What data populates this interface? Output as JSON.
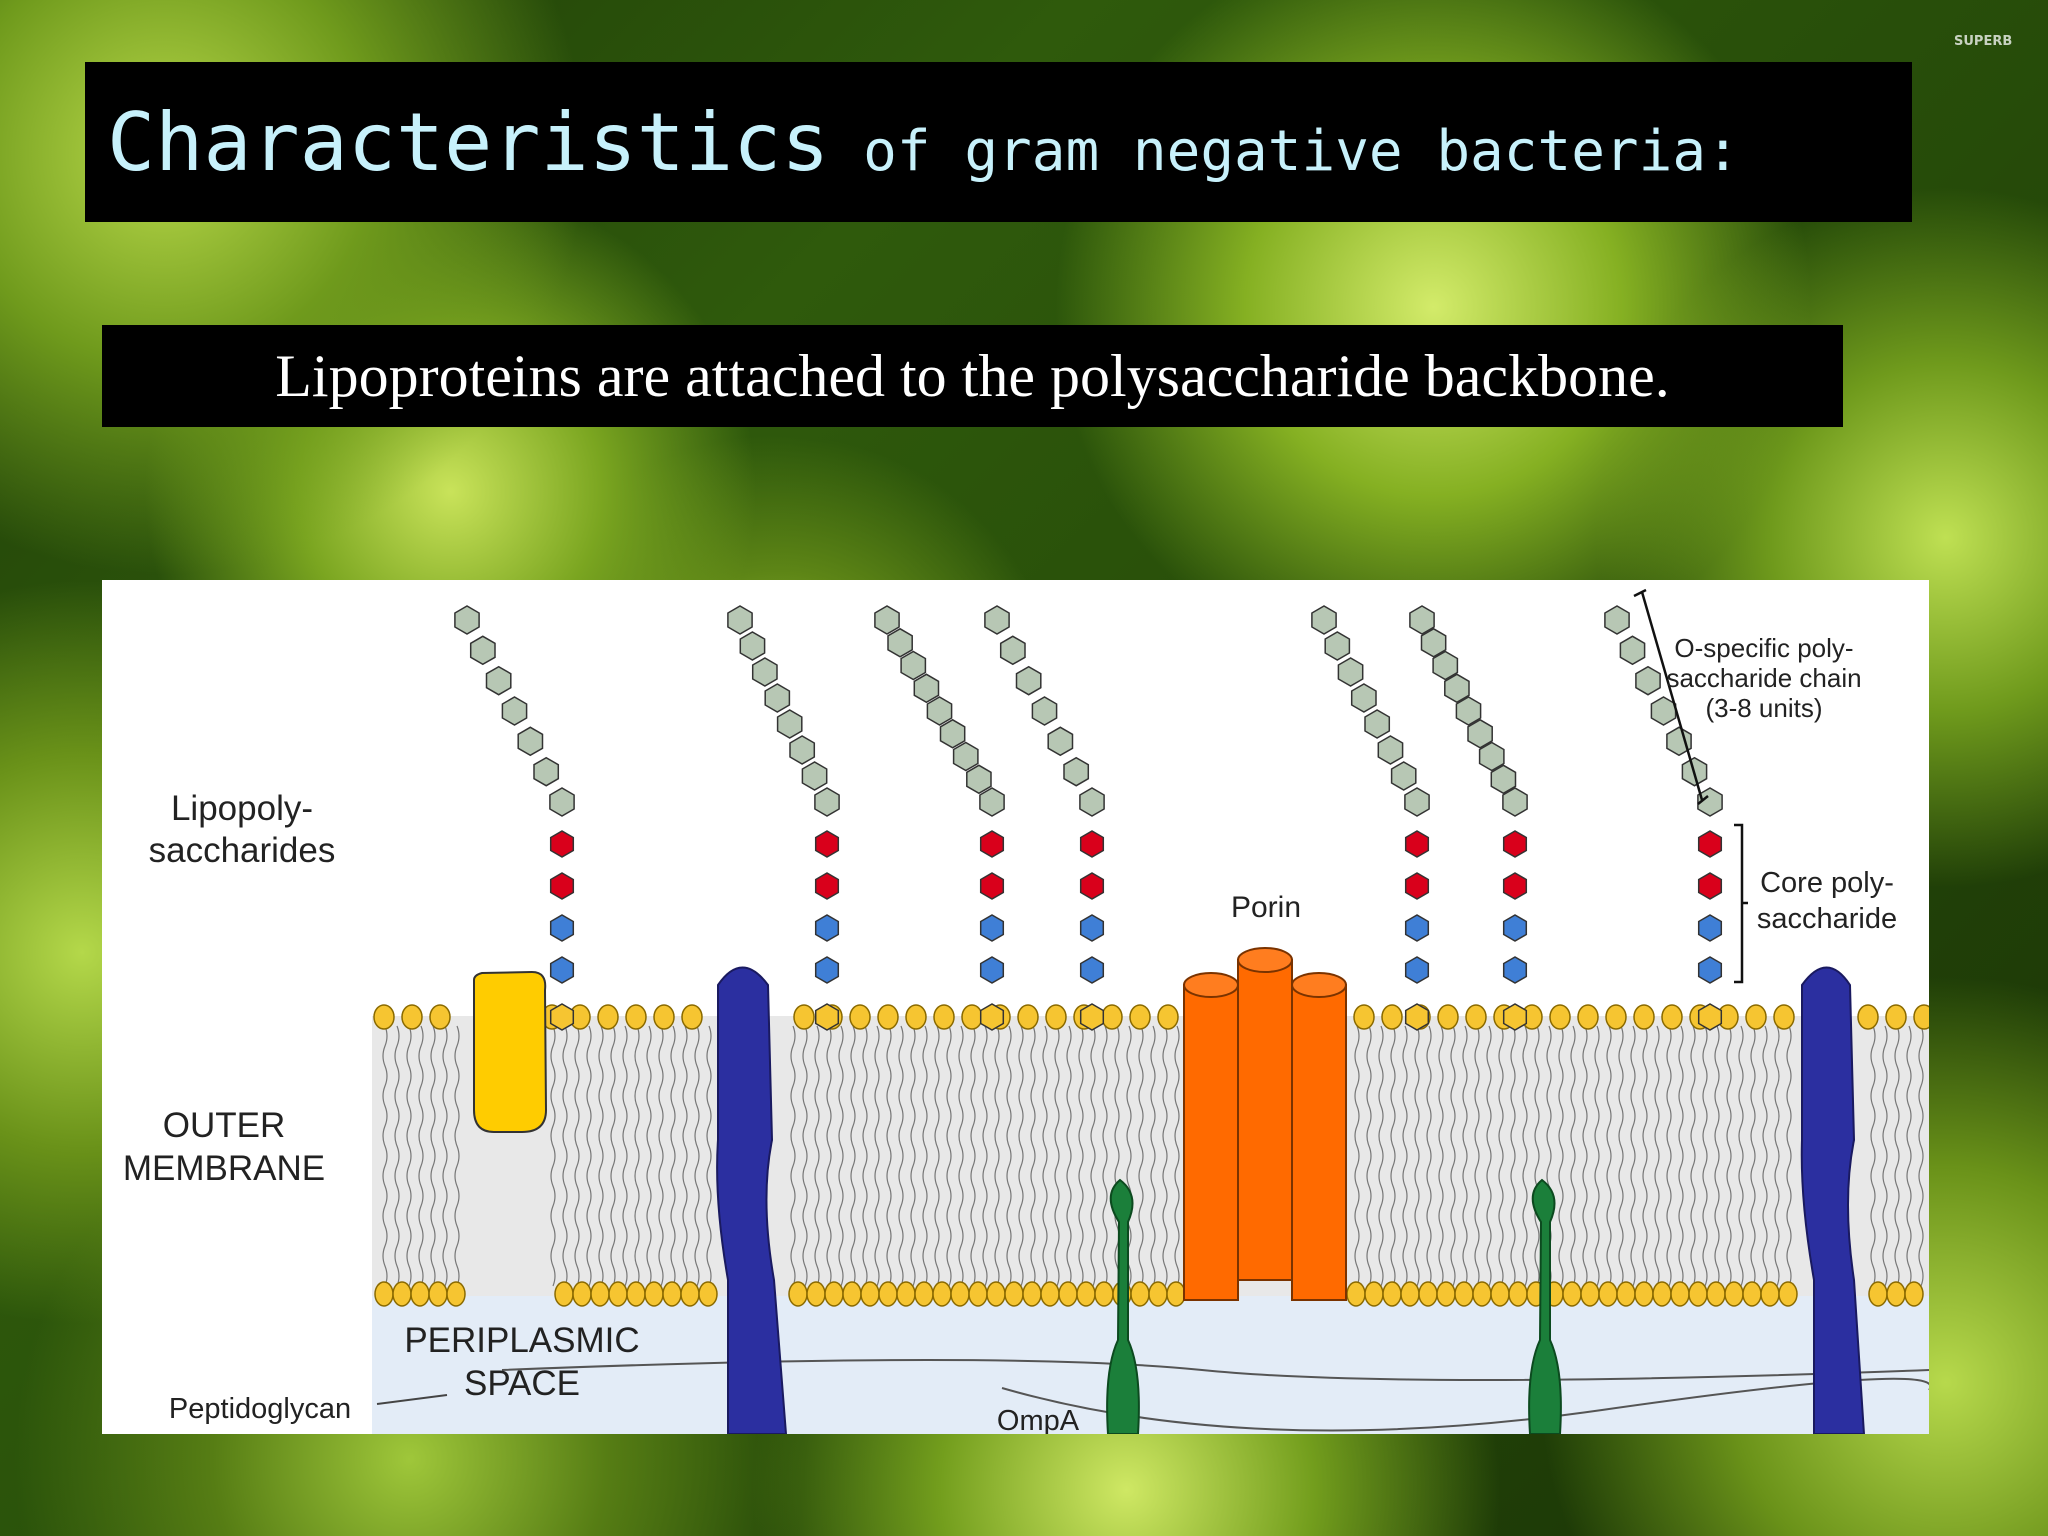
{
  "slide": {
    "title_main": "Characteristics",
    "title_rest": " of gram negative bacteria:",
    "subtitle": "Lipoproteins are attached to the polysaccharide backbone.",
    "watermark": "SUPERB"
  },
  "diagram": {
    "labels": {
      "lps_line1": "Lipopoly-",
      "lps_line2": "saccharides",
      "outer_line1": "OUTER",
      "outer_line2": "MEMBRANE",
      "peri_line1": "PERIPLASMIC",
      "peri_line2": "SPACE",
      "peptidoglycan": "Peptidoglycan",
      "porin": "Porin",
      "ompa": "OmpA",
      "ospec_line1": "O-specific poly-",
      "ospec_line2": "saccharide chain",
      "ospec_line3": "(3-8 units)",
      "core_line1": "Core poly-",
      "core_line2": "saccharide"
    },
    "colors": {
      "o_chain": "#b7c7b4",
      "core_red": "#d9001b",
      "core_blue": "#3f7fd6",
      "lipid_head": "#f6c531",
      "porin": "#ff6a00",
      "ompa": "#1b7f3a",
      "transmembrane": "#2b2fa0",
      "yellow_protein": "#ffcc00",
      "periplasm": "#e3ecf7"
    }
  }
}
